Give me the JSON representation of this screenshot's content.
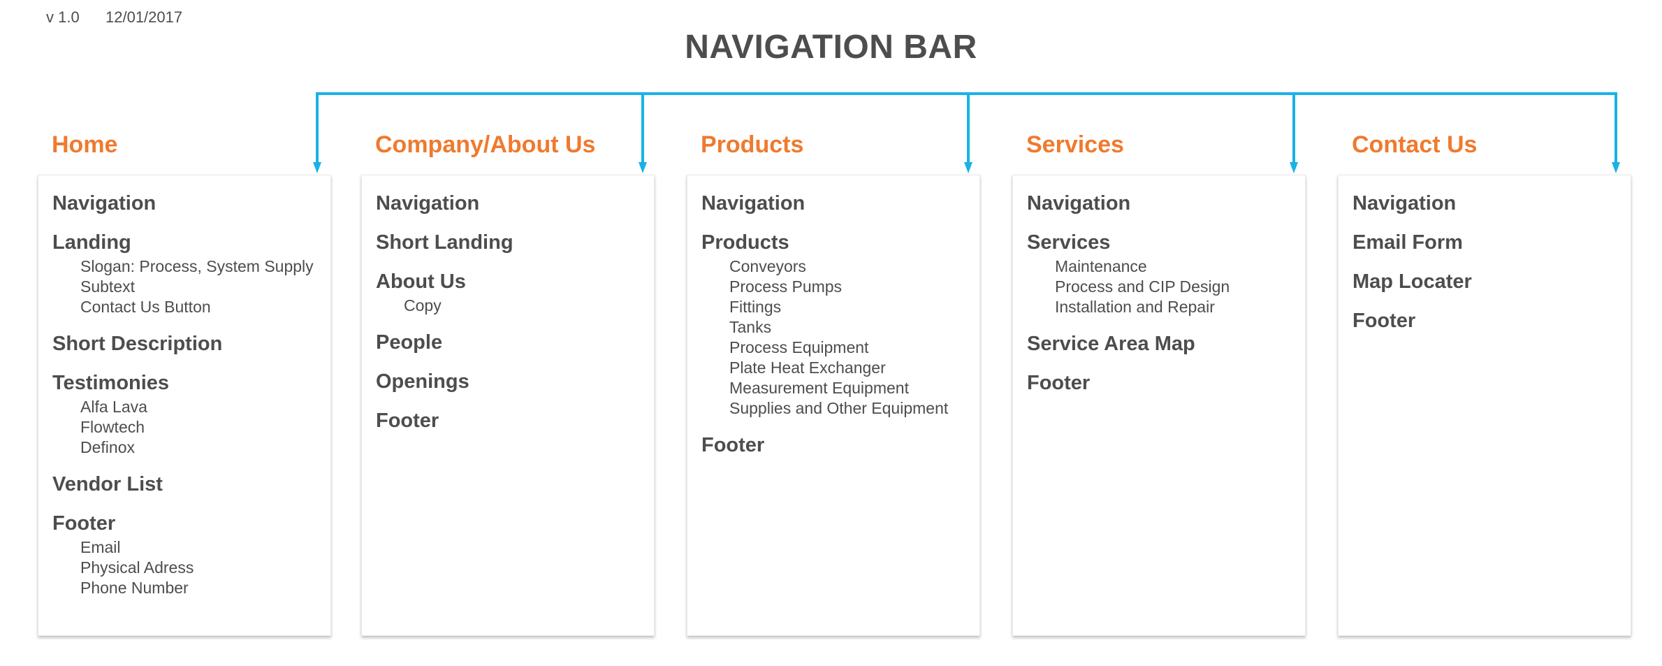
{
  "header": {
    "version": "v 1.0",
    "date": "12/01/2017"
  },
  "title": "NAVIGATION BAR",
  "colors": {
    "accent": "#ef7a2e",
    "connector": "#19b2e6",
    "text": "#4d4d4f"
  },
  "columns": [
    {
      "title": "Home",
      "sections": [
        {
          "title": "Navigation",
          "items": []
        },
        {
          "title": "Landing",
          "items": [
            "Slogan: Process, System Supply",
            "Subtext",
            "Contact Us Button"
          ]
        },
        {
          "title": "Short Description",
          "items": []
        },
        {
          "title": "Testimonies",
          "items": [
            "Alfa Lava",
            "Flowtech",
            "Definox"
          ]
        },
        {
          "title": "Vendor List",
          "items": []
        },
        {
          "title": "Footer",
          "items": [
            "Email",
            "Physical Adress",
            "Phone Number"
          ]
        }
      ]
    },
    {
      "title": "Company/About Us",
      "sections": [
        {
          "title": "Navigation",
          "items": []
        },
        {
          "title": "Short Landing",
          "items": []
        },
        {
          "title": "About Us",
          "items": [
            "Copy"
          ]
        },
        {
          "title": "People",
          "items": []
        },
        {
          "title": "Openings",
          "items": []
        },
        {
          "title": "Footer",
          "items": []
        }
      ]
    },
    {
      "title": "Products",
      "sections": [
        {
          "title": "Navigation",
          "items": []
        },
        {
          "title": "Products",
          "items": [
            "Conveyors",
            "Process Pumps",
            "Fittings",
            "Tanks",
            "Process Equipment",
            "Plate Heat Exchanger",
            "Measurement Equipment",
            "Supplies and Other Equipment"
          ]
        },
        {
          "title": "Footer",
          "items": []
        }
      ]
    },
    {
      "title": "Services",
      "sections": [
        {
          "title": "Navigation",
          "items": []
        },
        {
          "title": "Services",
          "items": [
            "Maintenance",
            "Process and CIP Design",
            "Installation and Repair"
          ]
        },
        {
          "title": "Service Area Map",
          "items": []
        },
        {
          "title": "Footer",
          "items": []
        }
      ]
    },
    {
      "title": "Contact Us",
      "sections": [
        {
          "title": "Navigation",
          "items": []
        },
        {
          "title": "Email Form",
          "items": []
        },
        {
          "title": "Map Locater",
          "items": []
        },
        {
          "title": "Footer",
          "items": []
        }
      ]
    }
  ]
}
